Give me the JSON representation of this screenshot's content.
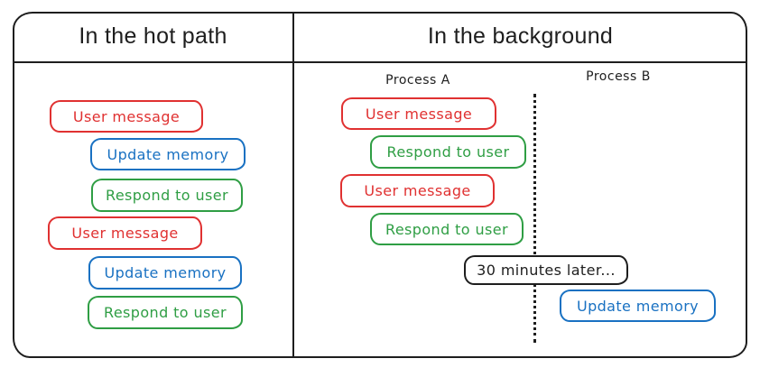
{
  "colors": {
    "red": "#e03131",
    "green": "#2f9e44",
    "blue": "#1971c2",
    "ink": "#1e1e1e"
  },
  "left_panel": {
    "title": "In the hot path",
    "boxes": [
      {
        "label": "User message",
        "color": "red"
      },
      {
        "label": "Update memory",
        "color": "blue"
      },
      {
        "label": "Respond to user",
        "color": "green"
      },
      {
        "label": "User message",
        "color": "red"
      },
      {
        "label": "Update memory",
        "color": "blue"
      },
      {
        "label": "Respond to user",
        "color": "green"
      }
    ]
  },
  "right_panel": {
    "title": "In the background",
    "lanes": [
      {
        "label": "Process A"
      },
      {
        "label": "Process B"
      }
    ],
    "boxes": [
      {
        "label": "User message",
        "color": "red",
        "lane": "Process A"
      },
      {
        "label": "Respond to user",
        "color": "green",
        "lane": "Process A"
      },
      {
        "label": "User message",
        "color": "red",
        "lane": "Process A"
      },
      {
        "label": "Respond to user",
        "color": "green",
        "lane": "Process A"
      },
      {
        "label": "30 minutes later...",
        "color": "ink",
        "lane": "between"
      },
      {
        "label": "Update memory",
        "color": "blue",
        "lane": "Process B"
      }
    ]
  }
}
